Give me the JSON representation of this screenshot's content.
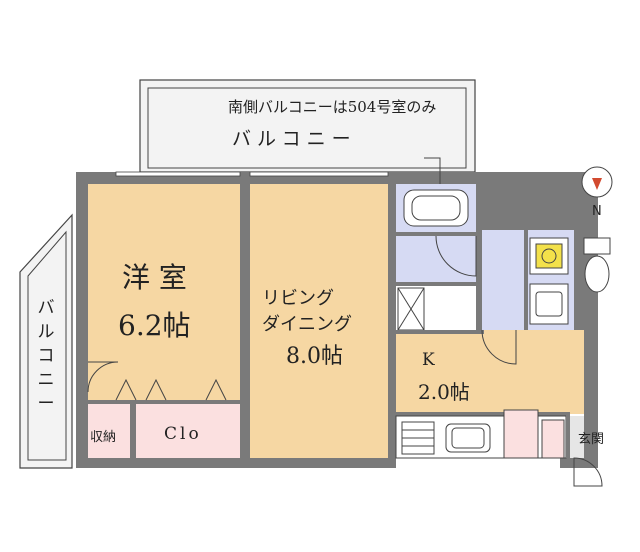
{
  "plan": {
    "balcony_note": "南側バルコニーは504号室のみ",
    "balcony_top": "バルコニー",
    "balcony_left": [
      "バ",
      "ル",
      "コ",
      "ニ",
      "ー"
    ],
    "western_room": {
      "name": "洋 室",
      "size": "6.2帖"
    },
    "living": {
      "line1": "リビング",
      "line2": "ダイニング",
      "size": "8.0帖"
    },
    "kitchen": {
      "name": "K",
      "size": "2.0帖"
    },
    "storage": "収納",
    "closet": "Clo",
    "entrance": "玄関",
    "compass": "N"
  },
  "colors": {
    "wall": "#7a7a7a",
    "western_room": "#f6d7a3",
    "living": "#f6d7a3",
    "kitchen": "#f6d7a3",
    "closet": "#fbe0e0",
    "wet_area": "#d6daf3",
    "balcony": "#f2f2f2",
    "compass_needle": "#d24a2f"
  }
}
